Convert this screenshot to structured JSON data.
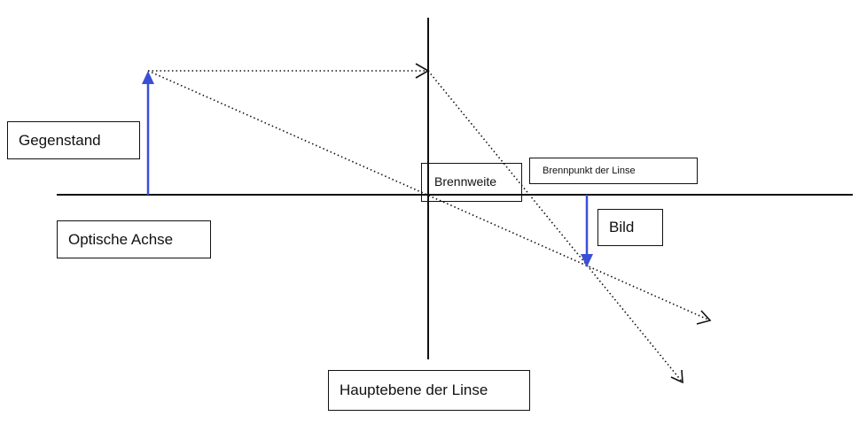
{
  "labels": {
    "object": "Gegenstand",
    "optical_axis": "Optische Achse",
    "focal_length": "Brennweite",
    "focal_point": "Brennpunkt der Linse",
    "image": "Bild",
    "principal_plane": "Hauptebene der Linse"
  },
  "colors": {
    "arrow": "#3a4fd8",
    "line": "#111111"
  }
}
